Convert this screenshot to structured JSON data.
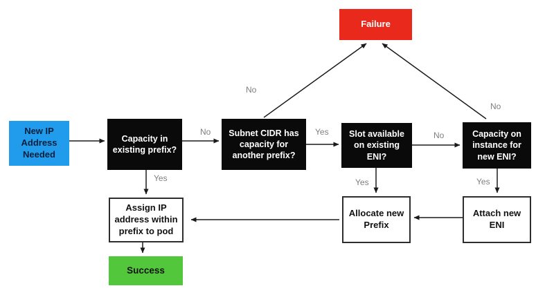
{
  "diagram": {
    "type": "flowchart",
    "background": "#ffffff",
    "arrow_color": "#1a1a1a",
    "edge_label_color": "#7e7e7e",
    "nodes": {
      "start": {
        "label": "New IP\nAddress\nNeeded",
        "color": "#219ced",
        "text_color": "#0a1f3c"
      },
      "capacity_existing_prefix": {
        "label": "Capacity in\nexisting prefix?",
        "color": "#0a0a0a",
        "text_color": "#ffffff"
      },
      "subnet_cidr_capacity": {
        "label": "Subnet CIDR has\ncapacity for\nanother prefix?",
        "color": "#0a0a0a",
        "text_color": "#ffffff"
      },
      "slot_available_eni": {
        "label": "Slot available\non existing\nENI?",
        "color": "#0a0a0a",
        "text_color": "#ffffff"
      },
      "capacity_instance_eni": {
        "label": "Capacity on\ninstance for\nnew ENI?",
        "color": "#0a0a0a",
        "text_color": "#ffffff"
      },
      "failure": {
        "label": "Failure",
        "color": "#e8291c",
        "text_color": "#ffffff"
      },
      "assign_ip": {
        "label": "Assign IP\naddress within\nprefix to pod",
        "color": "#ffffff",
        "text_color": "#111111"
      },
      "allocate_prefix": {
        "label": "Allocate new\nPrefix",
        "color": "#ffffff",
        "text_color": "#111111"
      },
      "attach_eni": {
        "label": "Attach new\nENI",
        "color": "#ffffff",
        "text_color": "#111111"
      },
      "success": {
        "label": "Success",
        "color": "#53c73c",
        "text_color": "#111111"
      }
    },
    "edge_labels": {
      "capacity_existing_no": "No",
      "capacity_existing_yes": "Yes",
      "subnet_cidr_no": "No",
      "subnet_cidr_yes": "Yes",
      "slot_available_no": "No",
      "slot_available_yes": "Yes",
      "capacity_instance_no": "No",
      "capacity_instance_yes": "Yes"
    }
  }
}
